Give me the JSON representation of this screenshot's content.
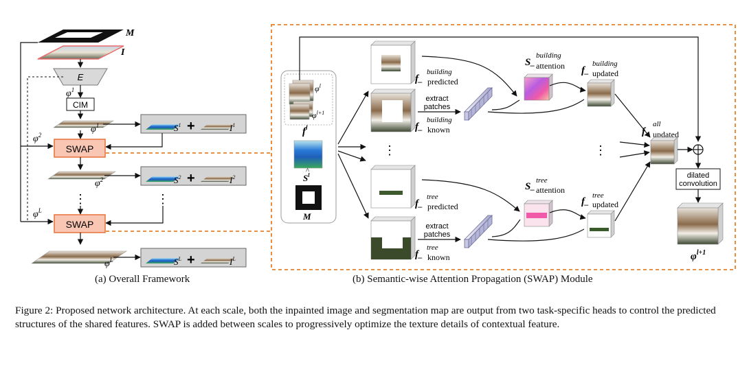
{
  "panel_a": {
    "caption": "(a) Overall Framework",
    "labels": {
      "M": "M",
      "I": "I",
      "E": "E",
      "cim": "CIM",
      "phi_sym": "φ",
      "varphi_sym": "φ",
      "sup_1": "1",
      "sup_2": "2",
      "sup_L": "L",
      "s_sym": "S",
      "i_sym": "I",
      "plus": "+",
      "dots": "⋮",
      "swap": "SWAP"
    }
  },
  "panel_b": {
    "caption": "(b) Semantic-wise Attention Propagation (SWAP) Module",
    "labels": {
      "f": "f",
      "l": "l",
      "l1": "l+1",
      "phi_sym": "φ",
      "s_hat": "S",
      "M": "M",
      "predicted": "predicted",
      "known": "known",
      "updated": "updated",
      "attention": "attention",
      "building": "building",
      "tree": "tree",
      "all": "all",
      "extract": "extract",
      "patches": "patches",
      "dilated": "dilated",
      "convolution": "convolution",
      "underscore": "_",
      "vdots": "⋮",
      "oplus": "⊕"
    }
  },
  "caption": {
    "label": "Figure 2:",
    "text": "Proposed network architecture. At each scale, both the inpainted image and segmentation map are output from two task-specific heads to control the predicted structures of the shared features. SWAP is added between scales to progressively optimize the texture details of contextual feature."
  },
  "colors": {
    "swap_fill": "#f9c6b3",
    "swap_stroke": "#e8703a",
    "dashed_orange": "#e8802a",
    "encoder_fill": "#d9d9d9",
    "segmap_blue": "#2a7bd8",
    "segmap_green": "#3aa85a",
    "attention_pink": "#f05aa8"
  }
}
